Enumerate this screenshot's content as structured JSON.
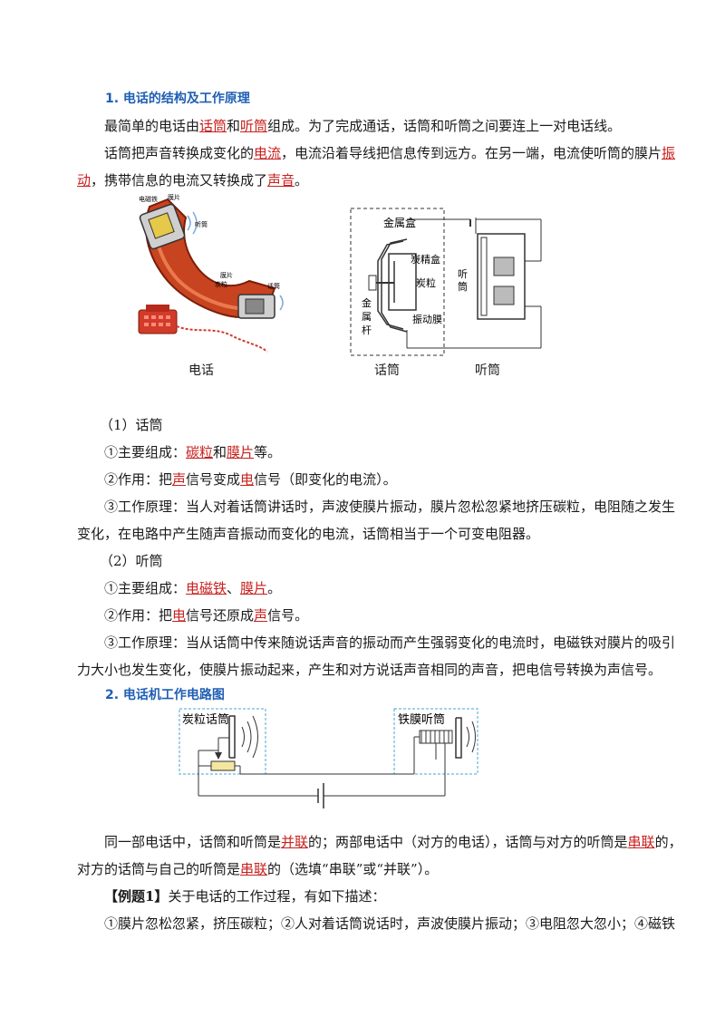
{
  "section1": {
    "title": "1. 电话的结构及工作原理",
    "p1": [
      "最简单的电话由",
      "话筒",
      "和",
      "听筒",
      "组成。为了完成通话，话筒和听筒之间要连上一对电话线。"
    ],
    "p2a": [
      "话筒把声音转换成变化的",
      "电流",
      "，电流沿着导线把信息传到远方。在另一端，电流使听筒的膜片",
      "振"
    ],
    "p2b": [
      "动",
      "，携带信息的电流又转换成了",
      "声音",
      "。"
    ]
  },
  "figure1": {
    "phone_labels": {
      "carbon_box": "电磁铁",
      "diaphragm_top": "膜片",
      "earpiece": "听筒",
      "diaphragm_bottom": "膜片",
      "carbon": "炭粒",
      "mouthpiece": "话筒"
    },
    "mic_labels": {
      "metal_box": "金属盒",
      "carbon_box": "炭精盒",
      "carbon": "炭粒",
      "metal_post": "金属杆",
      "diaphragm": "振动膜"
    },
    "receiver_label": "听筒",
    "captions": {
      "phone": "电话",
      "mic": "话筒",
      "receiver": "听筒"
    }
  },
  "part1": {
    "heading": "（1）话筒",
    "l1": [
      "①主要组成：",
      "碳粒",
      "和",
      "膜片",
      "等。"
    ],
    "l2": [
      "②作用：把",
      "声",
      "信号变成",
      "电",
      "信号（即变化的电流）。"
    ],
    "l3a": "③工作原理：当人对着话筒讲话时，声波使膜片振动，膜片忽松忽紧地挤压碳粒，电阻随之发生",
    "l3b": "变化，在电路中产生随声音振动而变化的电流，话筒相当于一个可变电阻器。"
  },
  "part2": {
    "heading": "（2）听筒",
    "l1": [
      "①主要组成：",
      "电磁铁",
      "、",
      "膜片",
      "。"
    ],
    "l2": [
      "②作用：把",
      "电",
      "信号还原成",
      "声",
      "信号。"
    ],
    "l3a": "③工作原理：当从话筒中传来随说话声音的振动而产生强弱变化的电流时，电磁铁对膜片的吸引",
    "l3b": "力大小也发生变化，使膜片振动起来，产生和对方说话声音相同的声音，把电信号转换为声信号。"
  },
  "section2": {
    "title": "2. 电话机工作电路图",
    "circuit": {
      "left_label": "炭粒话筒",
      "right_label": "铁膜听筒"
    }
  },
  "summary": {
    "l1": [
      "同一部电话中，话筒和听筒是",
      "并联",
      "的；两部电话中（对方的电话），话筒与对方的听筒是",
      "串联",
      "的，"
    ],
    "l2": [
      "对方的话筒与自己的听筒是",
      "串联",
      "的（选填“串联”或“并联”）。"
    ]
  },
  "example": {
    "tag": "【例题1】",
    "l1": "关于电话的工作过程，有如下描述：",
    "l2": "①膜片忽松忽紧，挤压碳粒；②人对着话筒说话时，声波使膜片振动；③电阻忽大忽小；④磁铁"
  }
}
